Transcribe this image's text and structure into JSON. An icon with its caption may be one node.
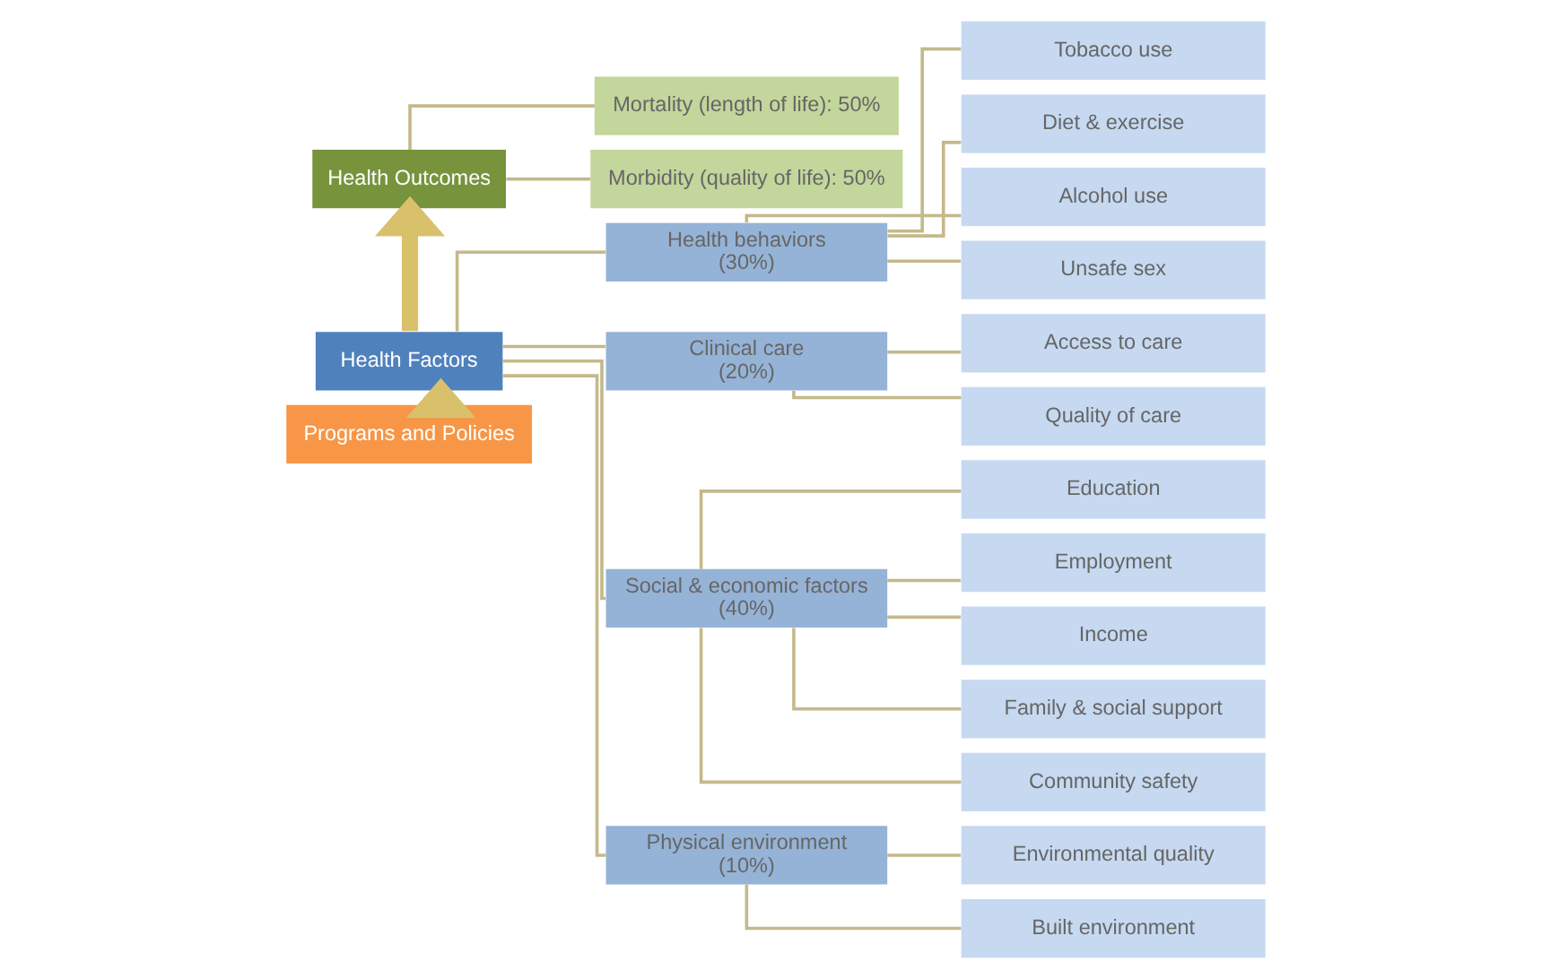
{
  "diagram": {
    "nodes": [
      {
        "text": [
          "Health Outcomes"
        ]
      },
      {
        "text": [
          "Mortality (length of life): 50%"
        ]
      },
      {
        "text": [
          "Morbidity (quality of life): 50%"
        ]
      },
      {
        "text": [
          "Health Factors"
        ]
      },
      {
        "text": [
          "Health behaviors (30%)"
        ]
      },
      {
        "text": [
          "Tobacco use"
        ]
      },
      {
        "text": [
          "Diet & exercise"
        ]
      },
      {
        "text": [
          "Alcohol use"
        ]
      },
      {
        "text": [
          "Unsafe sex"
        ]
      },
      {
        "text": [
          "Clinical care (20%)"
        ]
      },
      {
        "text": [
          "Access to care"
        ]
      },
      {
        "text": [
          "Quality of care"
        ]
      },
      {
        "text": [
          "Social & economic factors (40%)"
        ]
      },
      {
        "text": [
          "Education"
        ]
      },
      {
        "text": [
          "Employment"
        ]
      },
      {
        "text": [
          "Income"
        ]
      },
      {
        "text": [
          "Family & social support"
        ]
      },
      {
        "text": [
          "Community safety"
        ]
      },
      {
        "text": [
          "Physical environment (10%)"
        ]
      },
      {
        "text": [
          "Environmental quality"
        ]
      },
      {
        "text": [
          "Built environment"
        ]
      },
      {
        "text": [
          "Programs and Policies"
        ]
      }
    ],
    "edges": [
      {
        "from": 0,
        "to": 1,
        "arrow": "none"
      },
      {
        "from": 0,
        "to": 2,
        "arrow": "none"
      },
      {
        "from": 3,
        "to": 0,
        "arrow": "to",
        "style": "thick",
        "color": "#d9c06a"
      },
      {
        "from": 3,
        "to": 4,
        "arrow": "none"
      },
      {
        "from": 3,
        "to": 9,
        "arrow": "none"
      },
      {
        "from": 3,
        "to": 12,
        "arrow": "none"
      },
      {
        "from": 3,
        "to": 18,
        "arrow": "none"
      },
      {
        "from": 4,
        "to": 5,
        "arrow": "none"
      },
      {
        "from": 4,
        "to": 6,
        "arrow": "none"
      },
      {
        "from": 4,
        "to": 7,
        "arrow": "none"
      },
      {
        "from": 4,
        "to": 8,
        "arrow": "none"
      },
      {
        "from": 9,
        "to": 10,
        "arrow": "none"
      },
      {
        "from": 9,
        "to": 11,
        "arrow": "none"
      },
      {
        "from": 12,
        "to": 13,
        "arrow": "none"
      },
      {
        "from": 12,
        "to": 14,
        "arrow": "none"
      },
      {
        "from": 12,
        "to": 15,
        "arrow": "none"
      },
      {
        "from": 12,
        "to": 16,
        "arrow": "none"
      },
      {
        "from": 12,
        "to": 17,
        "arrow": "none"
      },
      {
        "from": 18,
        "to": 19,
        "arrow": "none"
      },
      {
        "from": 18,
        "to": 20,
        "arrow": "none"
      },
      {
        "from": 21,
        "to": 3,
        "arrow": "to",
        "style": "thick",
        "color": "#d9c06a"
      }
    ]
  }
}
